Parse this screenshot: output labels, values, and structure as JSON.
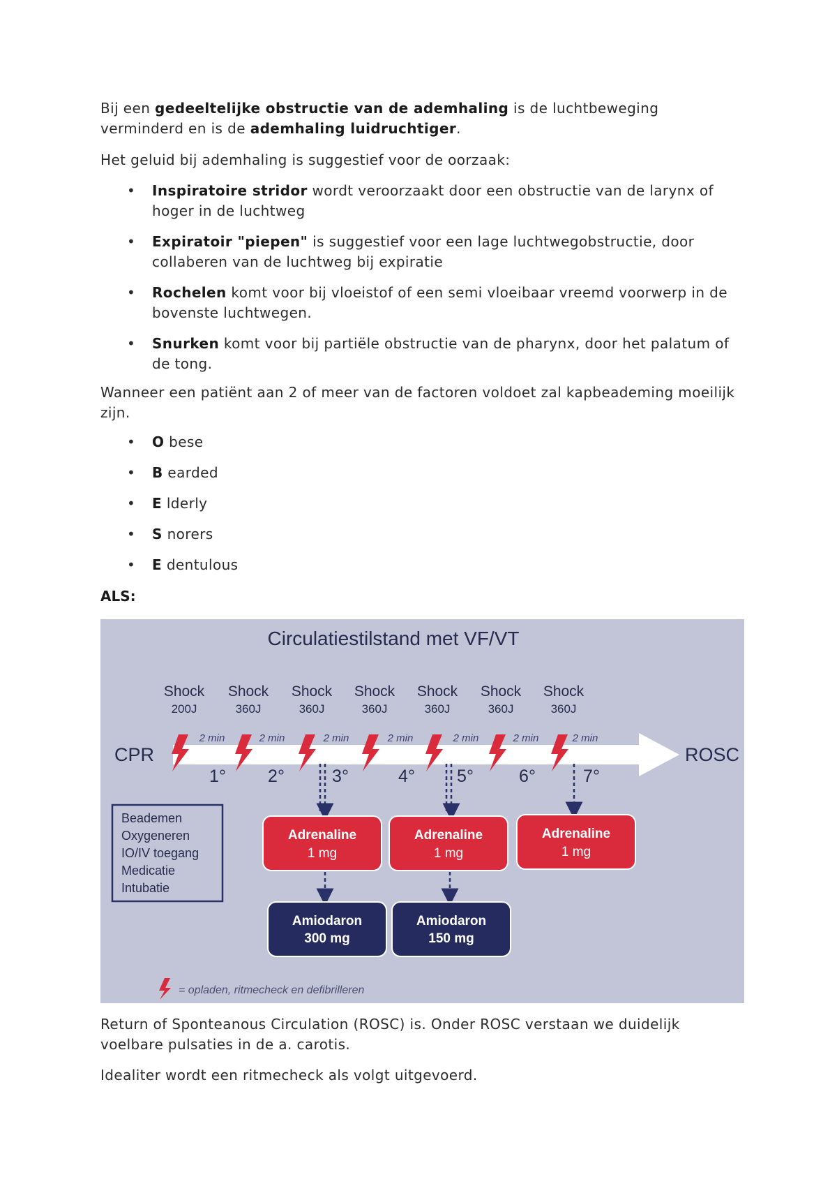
{
  "intro": {
    "t1": "Bij een ",
    "b1": "gedeeltelijke obstructie van de ademhaling",
    "t2": " is de luchtbeweging verminderd en is de ",
    "b2": "ademhaling luidruchtiger",
    "t3": "."
  },
  "sound_intro": "Het geluid bij ademhaling is suggestief voor de oorzaak:",
  "sounds": [
    {
      "bold": "Inspiratoire stridor",
      "text": " wordt veroorzaakt door een obstructie van de larynx of hoger in de luchtweg"
    },
    {
      "bold": "Expiratoir \"piepen\"",
      "text": " is suggestief voor een lage luchtwegobstructie, door collaberen van de luchtweg bij expiratie"
    },
    {
      "bold": "Rochelen",
      "text": " komt voor bij vloeistof of een semi vloeibaar vreemd voorwerp in de bovenste luchtwegen."
    },
    {
      "bold": "Snurken",
      "text": " komt voor bij partiële obstructie van de pharynx, door het palatum of de tong."
    }
  ],
  "bmv_intro": "Wanneer een patiënt aan 2 of meer van de factoren voldoet zal kapbeademing moeilijk zijn.",
  "obese": [
    {
      "bold": "O",
      "text": " bese"
    },
    {
      "bold": "B",
      "text": " earded"
    },
    {
      "bold": "E",
      "text": " lderly"
    },
    {
      "bold": "S",
      "text": " norers"
    },
    {
      "bold": "E",
      "text": " dentulous"
    }
  ],
  "als_heading": "ALS:",
  "diagram": {
    "title": "Circulatiestilstand met VF/VT",
    "shocks": [
      {
        "label": "Shock",
        "energy": "200J"
      },
      {
        "label": "Shock",
        "energy": "360J"
      },
      {
        "label": "Shock",
        "energy": "360J"
      },
      {
        "label": "Shock",
        "energy": "360J"
      },
      {
        "label": "Shock",
        "energy": "360J"
      },
      {
        "label": "Shock",
        "energy": "360J"
      },
      {
        "label": "Shock",
        "energy": "360J"
      }
    ],
    "interval": "2 min",
    "start_label": "CPR",
    "end_label": "ROSC",
    "cycles": [
      "1°",
      "2°",
      "3°",
      "4°",
      "5°",
      "6°",
      "7°"
    ],
    "box_items": [
      "Beademen",
      "Oxygeneren",
      "IO/IV toegang",
      "Medicatie",
      "Intubatie"
    ],
    "adrenaline": [
      {
        "name": "Adrenaline",
        "dose": "1 mg"
      },
      {
        "name": "Adrenaline",
        "dose": "1 mg"
      },
      {
        "name": "Adrenaline",
        "dose": "1 mg"
      }
    ],
    "amiodaron": [
      {
        "name": "Amiodaron",
        "dose": "300 mg"
      },
      {
        "name": "Amiodaron",
        "dose": "150 mg"
      }
    ],
    "legend": "= opladen, ritmecheck en defibrilleren",
    "colors": {
      "background": "#c2c5d8",
      "red": "#d92b3c",
      "navy": "#252b5e",
      "arrow": "#ffffff"
    }
  },
  "rosc_text": "Return of Sponteanous Circulation (ROSC) is. Onder ROSC verstaan we duidelijk voelbare pulsaties in de a. carotis.",
  "rhythm_text": "Idealiter wordt een ritmecheck als volgt uitgevoerd."
}
